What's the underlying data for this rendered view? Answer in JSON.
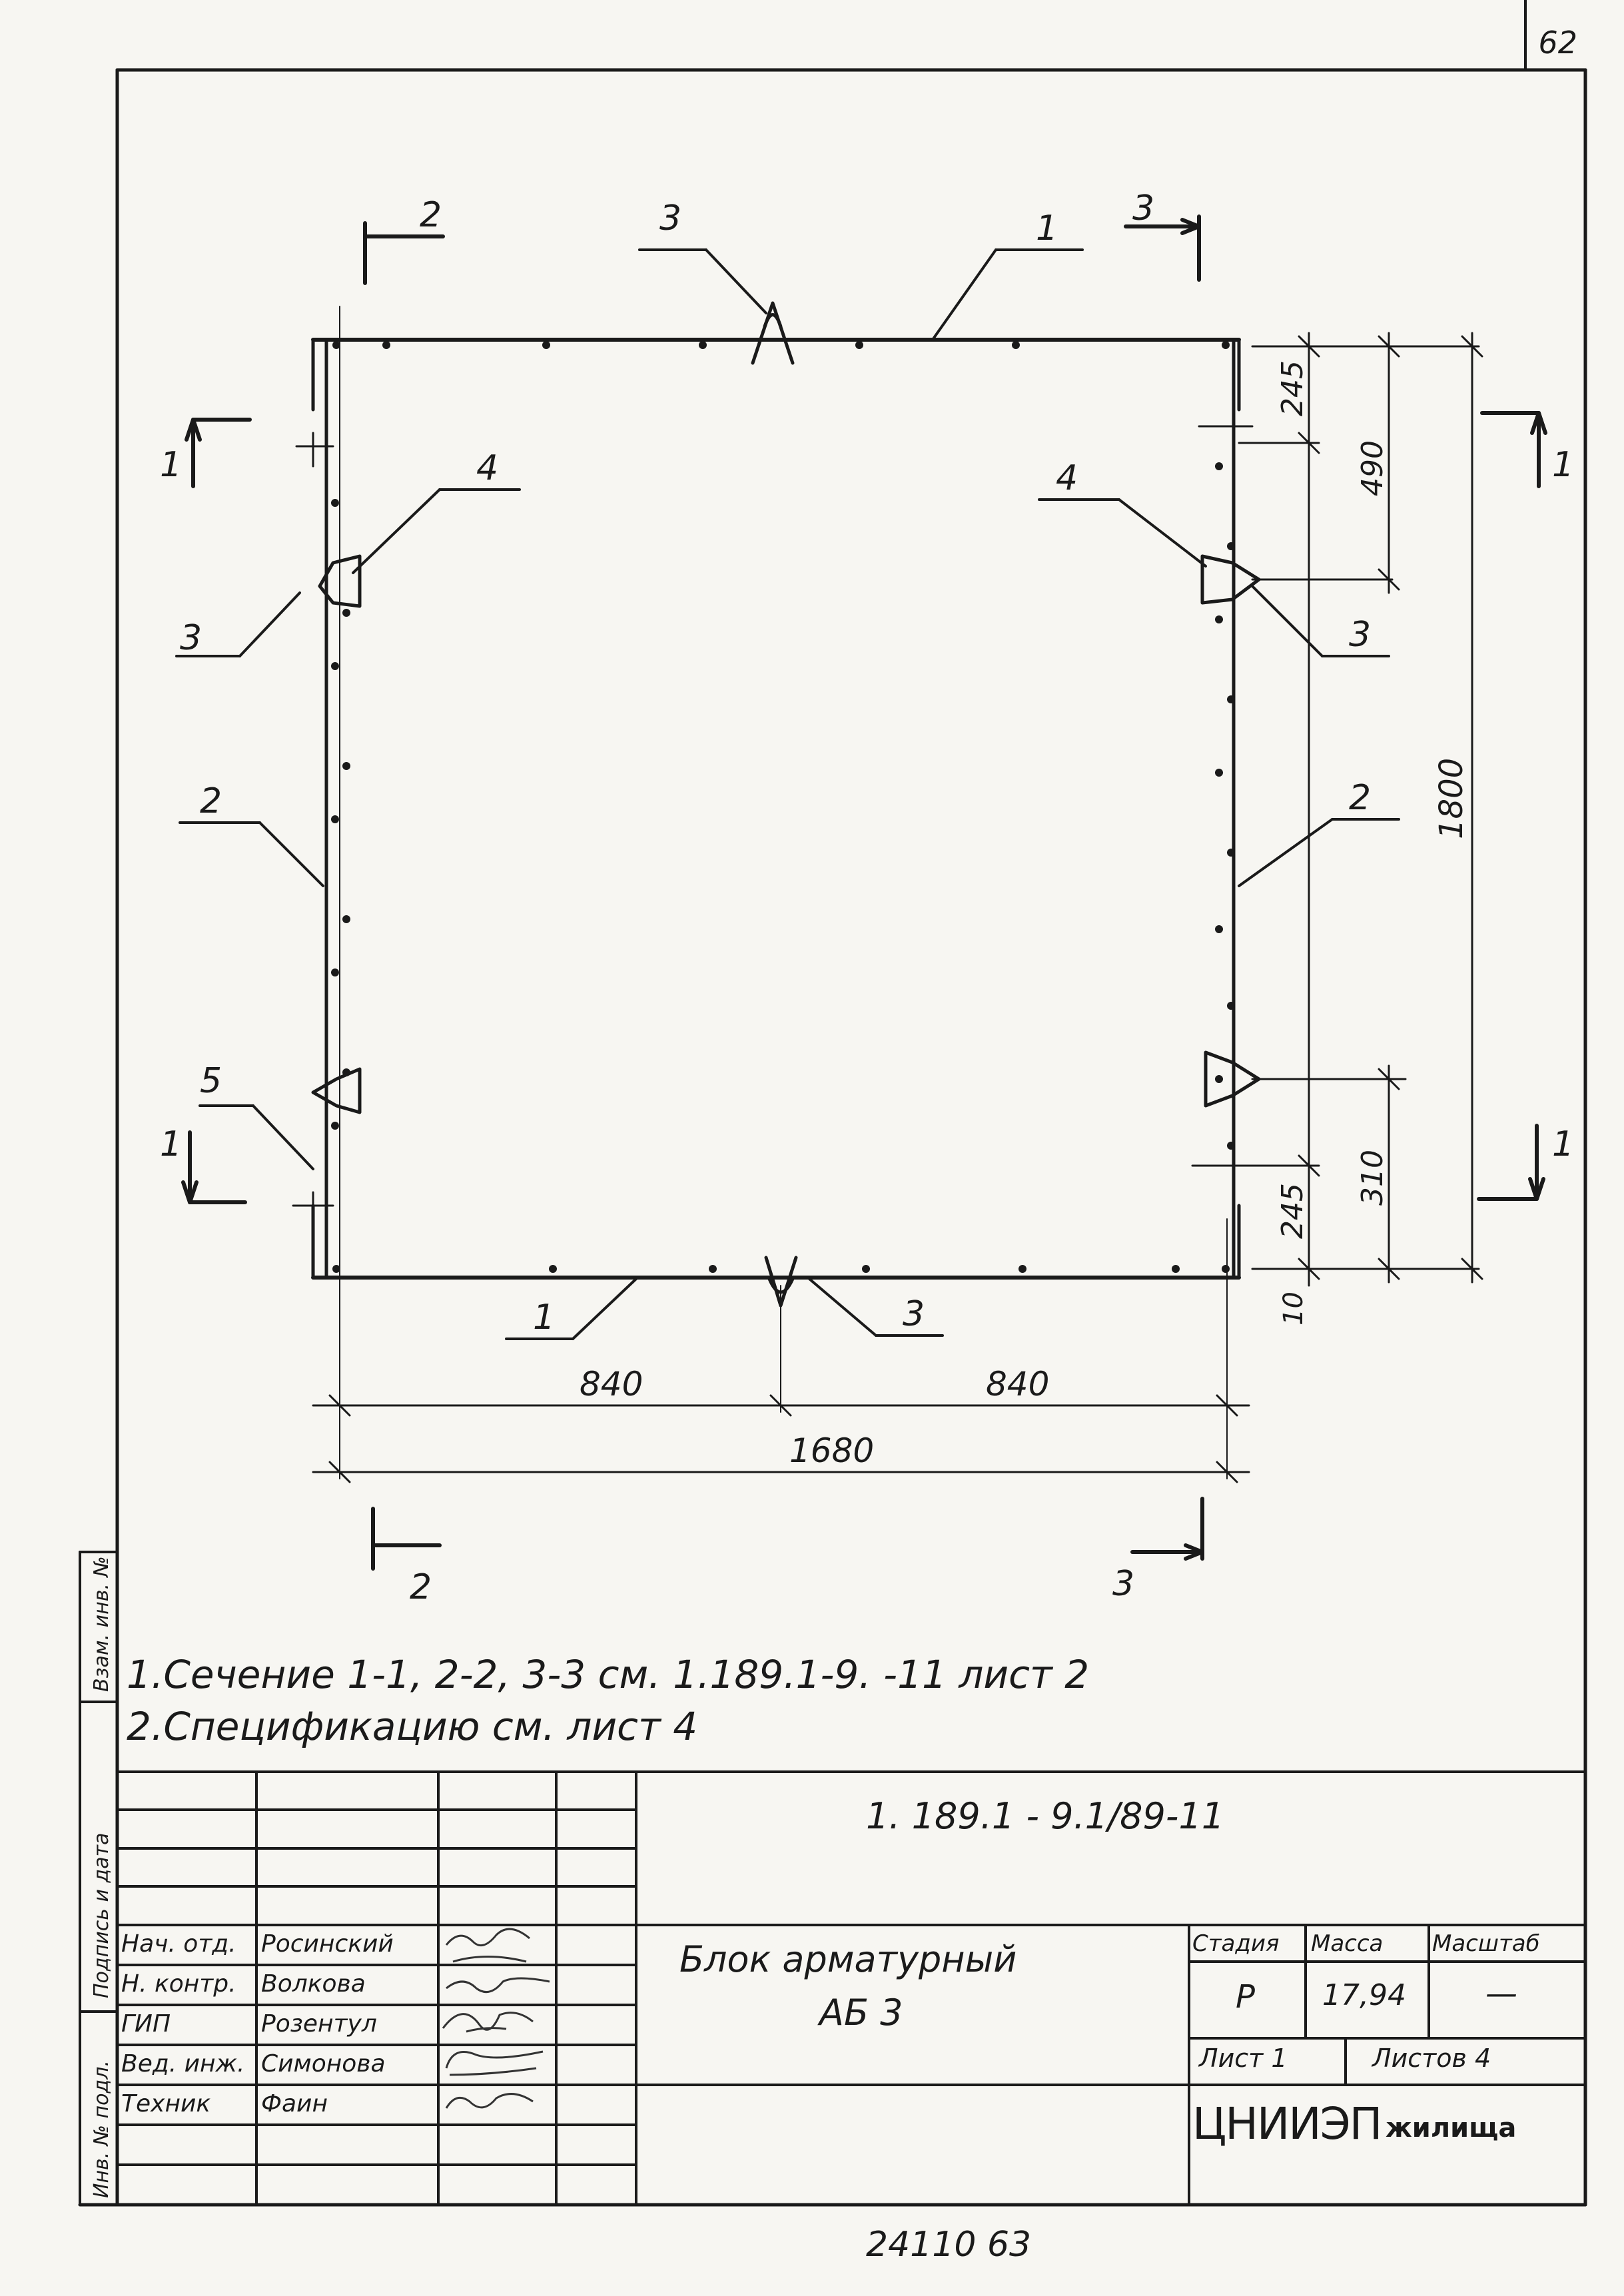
{
  "page_number": "62",
  "bottom_number": "24110  63",
  "drawing": {
    "positions": {
      "p1": "1",
      "p2": "2",
      "p3": "3",
      "p4": "4",
      "p5": "5"
    },
    "section_marks": {
      "s1": "1",
      "s2": "2",
      "s3": "3"
    },
    "dimensions": {
      "d245_top": "245",
      "d490": "490",
      "d1800": "1800",
      "d310": "310",
      "d245_bottom": "245",
      "d10": "10",
      "d840_left": "840",
      "d840_right": "840",
      "d1680": "1680"
    }
  },
  "notes": [
    "1.Сечение   1-1,  2-2,   3-3  см.   1.189.1-9. -11 лист 2",
    "2.Спецификацию  см.  лист 4"
  ],
  "side_labels": [
    "Инв. № подл.",
    "Подпись и дата",
    "Взам. инв. №"
  ],
  "title_block": {
    "code": "1. 189.1 - 9.1/89-11",
    "title_line1": "Блок   арматурный",
    "title_line2": "АБ 3",
    "stage_header": "Стадия",
    "mass_header": "Масса",
    "scale_header": "Масштаб",
    "stage": "Р",
    "mass": "17,94",
    "scale": "—",
    "sheet": "Лист 1",
    "sheets": "Листов 4",
    "organization": "ЦНИИЭП",
    "organization_suffix": "жилища",
    "signatures": [
      {
        "role": "Нач. отд.",
        "name": "Росинский"
      },
      {
        "role": "Н. контр.",
        "name": "Волкова"
      },
      {
        "role": "ГИП",
        "name": "Розентул"
      },
      {
        "role": "Вед. инж.",
        "name": "Симонова"
      },
      {
        "role": "Техник",
        "name": "Фаин"
      }
    ]
  }
}
